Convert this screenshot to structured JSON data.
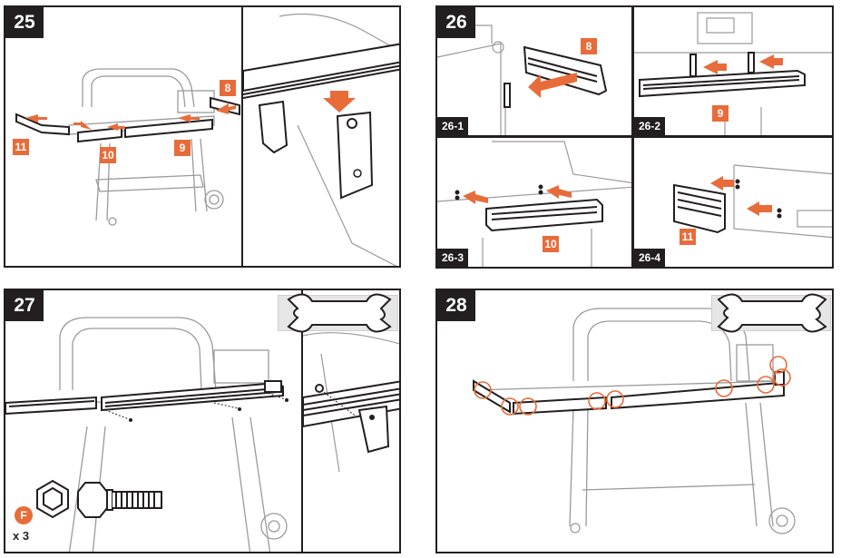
{
  "steps": {
    "s25": {
      "number": "25",
      "labels": [
        "8",
        "11",
        "10",
        "9"
      ]
    },
    "s26": {
      "number": "26",
      "subs": [
        {
          "tag": "26-1",
          "label": "8"
        },
        {
          "tag": "26-2",
          "label": "9"
        },
        {
          "tag": "26-3",
          "label": "10"
        },
        {
          "tag": "26-4",
          "label": "11"
        }
      ]
    },
    "s27": {
      "number": "27",
      "fastener": {
        "id": "F",
        "qty": "x 3"
      }
    },
    "s28": {
      "number": "28"
    }
  },
  "colors": {
    "accent": "#e86c3a",
    "ink": "#231f20",
    "light_line": "#9a9a9a"
  },
  "icons": [
    "wrench-icon",
    "hex-nut-icon",
    "bolt-icon",
    "arrow-icon"
  ]
}
